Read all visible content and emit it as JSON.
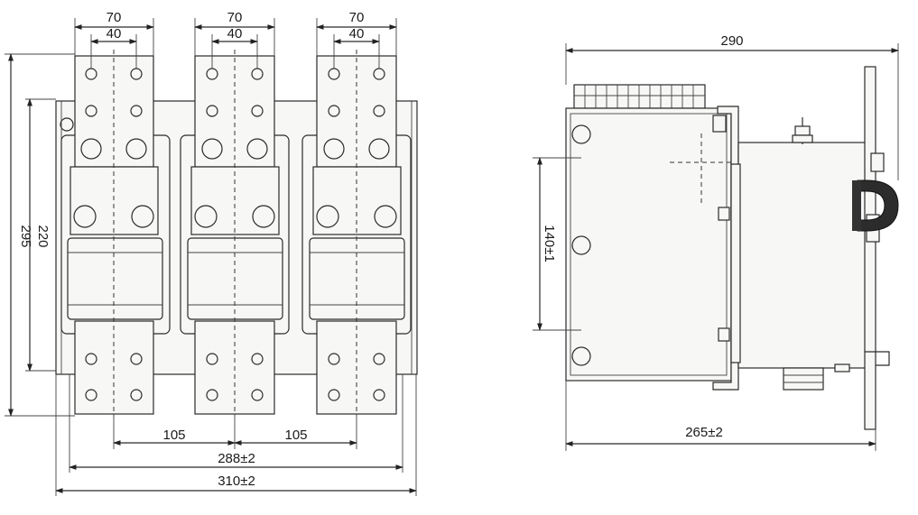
{
  "front_view": {
    "phase_width_70": "70",
    "bolt_spacing_40": "40",
    "height_295": "295",
    "height_220": "220",
    "pitch_105": "105",
    "span_288": "288±2",
    "span_310": "310±2"
  },
  "side_view": {
    "depth_290": "290",
    "hole_pitch_140": "140±1",
    "depth_265": "265±2"
  }
}
